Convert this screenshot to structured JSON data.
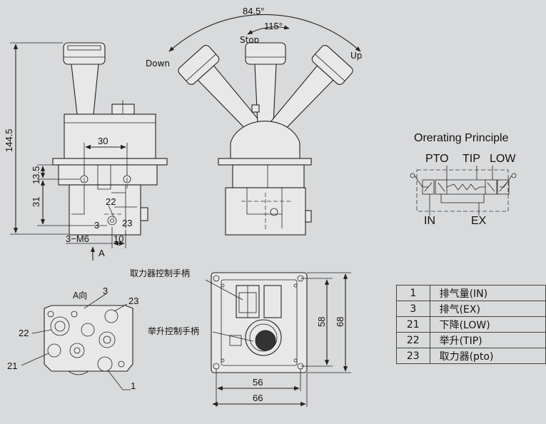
{
  "dimensions": {
    "d_144_5": "144.5",
    "d_30": "30",
    "d_13_5": "13.5",
    "d_31": "31",
    "d_3_m6": "3−M6",
    "d_10": "10",
    "d_a": "A",
    "d_84_5": "84.5°",
    "d_115": "115°",
    "d_58": "58",
    "d_68": "68",
    "d_56": "56",
    "d_66": "66"
  },
  "positions": {
    "down": "Down",
    "stop": "Stop",
    "up": "Up"
  },
  "callouts": {
    "c22_front": "22",
    "c3_front": "3",
    "c23_front": "23",
    "a_view": "A向",
    "c3_bottom": "3",
    "c23_bottom": "23",
    "c22_bottom": "22",
    "c21_bottom": "21",
    "c1_bottom": "1"
  },
  "panel_labels": {
    "pto_handle": "取力器控制手柄",
    "lift_handle": "举升控制手柄"
  },
  "principle": {
    "title": "Orerating Principle",
    "pto": "PTO",
    "tip": "TIP",
    "low": "LOW",
    "in": "IN",
    "ex": "EX"
  },
  "parts_table": [
    {
      "no": "1",
      "name": "排气量(IN)"
    },
    {
      "no": "3",
      "name": "排气(EX)"
    },
    {
      "no": "21",
      "name": "下降(LOW)"
    },
    {
      "no": "22",
      "name": "举升(TIP)"
    },
    {
      "no": "23",
      "name": "取力器(pto)"
    }
  ]
}
